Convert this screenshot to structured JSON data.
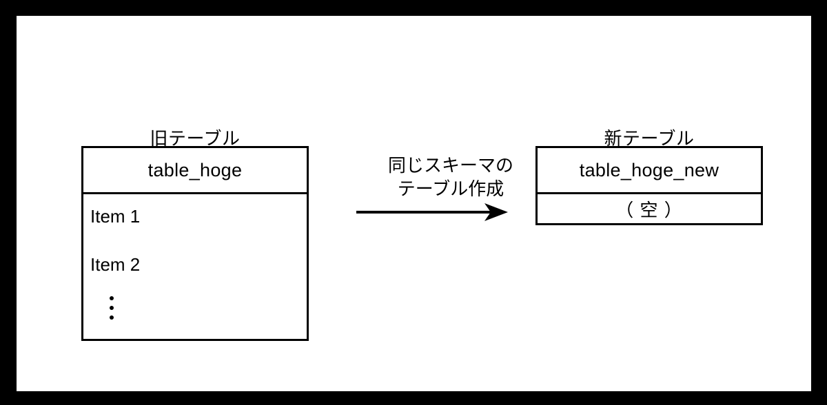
{
  "diagram": {
    "title_old": "旧テーブル",
    "title_new": "新テーブル",
    "old_table": {
      "header": "table_hoge",
      "rows": [
        "Item 1",
        "Item 2"
      ],
      "ellipsis": "⋮"
    },
    "new_table": {
      "header": "table_hoge_new",
      "body": "（ 空 ）"
    },
    "transition": {
      "label_line1": "同じスキーマの",
      "label_line2": "テーブル作成",
      "arrow": "arrow-right-icon"
    },
    "colors": {
      "frame": "#000000",
      "sheet": "#ffffff",
      "stroke": "#000000",
      "text": "#000000"
    }
  }
}
